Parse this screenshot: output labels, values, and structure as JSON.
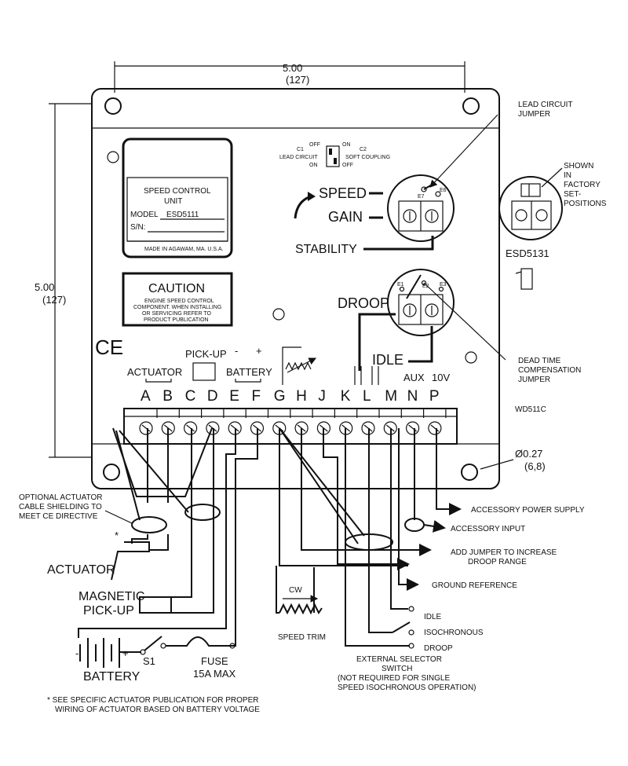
{
  "dimensions": {
    "width_label": "5.00",
    "width_mm": "(127)",
    "height_label": "5.00",
    "height_mm": "(127)",
    "hole_label": "Ø0.27",
    "hole_mm": "(6,8)"
  },
  "dip_switch": {
    "c1": "C1",
    "c1_off": "OFF",
    "c1_on": "ON",
    "c1_name": "LEAD CIRCUIT",
    "c2": "C2",
    "c2_on": "ON",
    "c2_off": "OFF",
    "c2_name": "SOFT COUPLING"
  },
  "nameplate": {
    "title_line1": "SPEED CONTROL",
    "title_line2": "UNIT",
    "model_label": "MODEL",
    "model_value": "ESD5111",
    "sn_label": "S/N:",
    "made_in": "MADE IN AGAWAM, MA. U.S.A."
  },
  "caution": {
    "title": "CAUTION",
    "line1": "ENGINE SPEED CONTROL",
    "line2": "COMPONENT. WHEN INSTALLING",
    "line3": "OR SERVICING REFER TO",
    "line4": "PRODUCT PUBLICATION"
  },
  "ce_mark": "CE",
  "adjustments": {
    "speed": "SPEED",
    "gain": "GAIN",
    "stability": "STABILITY",
    "droop": "DROOP",
    "idle": "IDLE"
  },
  "jumpers": {
    "e6": "E6",
    "e7": "E7",
    "e1": "E1",
    "e2": "E2",
    "e3": "E3",
    "lead_circuit_1": "LEAD CIRCUIT",
    "lead_circuit_2": "JUMPER",
    "shown_1": "SHOWN",
    "shown_2": "IN",
    "shown_3": "FACTORY",
    "shown_4": "SET-",
    "shown_5": "POSITIONS",
    "esd5131": "ESD5131",
    "dead_time_1": "DEAD TIME",
    "dead_time_2": "COMPENSATION",
    "dead_time_3": "JUMPER"
  },
  "terminal_groups": {
    "actuator": "ACTUATOR",
    "pickup": "PICK-UP",
    "battery": "BATTERY",
    "minus": "-",
    "plus": "+",
    "aux": "AUX",
    "ten_v": "10V"
  },
  "terminals": [
    "A",
    "B",
    "C",
    "D",
    "E",
    "F",
    "G",
    "H",
    "J",
    "K",
    "L",
    "M",
    "N",
    "P"
  ],
  "board_code": "WD511C",
  "wiring": {
    "shielding_1": "OPTIONAL ACTUATOR",
    "shielding_2": "CABLE SHIELDING TO",
    "shielding_3": "MEET CE DIRECTIVE",
    "asterisk": "*",
    "actuator": "ACTUATOR",
    "pickup_1": "MAGNETIC",
    "pickup_2": "PICK-UP",
    "battery": "BATTERY",
    "batt_minus": "-",
    "batt_plus": "+",
    "switch": "S1",
    "fuse_1": "FUSE",
    "fuse_2": "15A MAX",
    "accessory_power": "ACCESSORY POWER SUPPLY",
    "accessory_input": "ACCESSORY INPUT",
    "jumper_1": "ADD JUMPER TO INCREASE",
    "jumper_2": "DROOP RANGE",
    "ground_ref": "GROUND REFERENCE",
    "cw": "CW",
    "speed_trim": "SPEED TRIM",
    "idle": "IDLE",
    "isochronous": "ISOCHRONOUS",
    "droop": "DROOP",
    "selector_1": "EXTERNAL SELECTOR",
    "selector_2": "SWITCH",
    "selector_3": "(NOT REQUIRED FOR SINGLE",
    "selector_4": "SPEED ISOCHRONOUS OPERATION)",
    "footnote_1": "* SEE SPECIFIC ACTUATOR PUBLICATION FOR PROPER",
    "footnote_2": "WIRING OF ACTUATOR BASED ON BATTERY VOLTAGE"
  }
}
